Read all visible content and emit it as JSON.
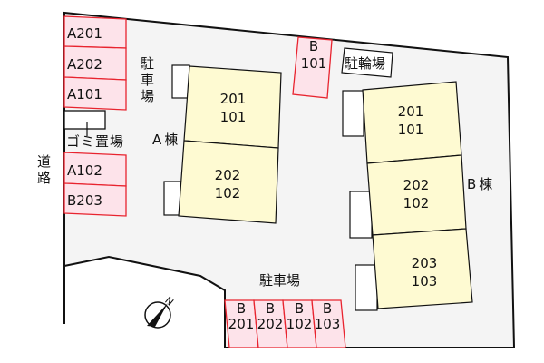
{
  "colors": {
    "lot": "#f4f4f4",
    "parking_fill": "#fde3ea",
    "parking_stroke": "#e8242f",
    "building_fill": "#fefad2",
    "outline": "#111111"
  },
  "road_label": [
    "道",
    "路"
  ],
  "parking_label_vertical": [
    "駐",
    "車",
    "場"
  ],
  "parking_label_bottom": "駐車場",
  "garbage_label": "ゴミ置場",
  "bicycle_parking_label": "駐輪場",
  "building_a": {
    "label": "A棟",
    "units": [
      {
        "top": "201",
        "bottom": "101"
      },
      {
        "top": "202",
        "bottom": "102"
      }
    ]
  },
  "building_b": {
    "label": "B棟",
    "units": [
      {
        "top": "201",
        "bottom": "101"
      },
      {
        "top": "202",
        "bottom": "102"
      },
      {
        "top": "203",
        "bottom": "103"
      }
    ]
  },
  "left_parking_spaces": [
    "A201",
    "A202",
    "A101",
    "A102",
    "B203"
  ],
  "top_parking_space": {
    "line1": "B",
    "line2": "101"
  },
  "bottom_parking_spaces": [
    {
      "line1": "B",
      "line2": "201"
    },
    {
      "line1": "B",
      "line2": "202"
    },
    {
      "line1": "B",
      "line2": "102"
    },
    {
      "line1": "B",
      "line2": "103"
    }
  ],
  "compass_label": "N"
}
